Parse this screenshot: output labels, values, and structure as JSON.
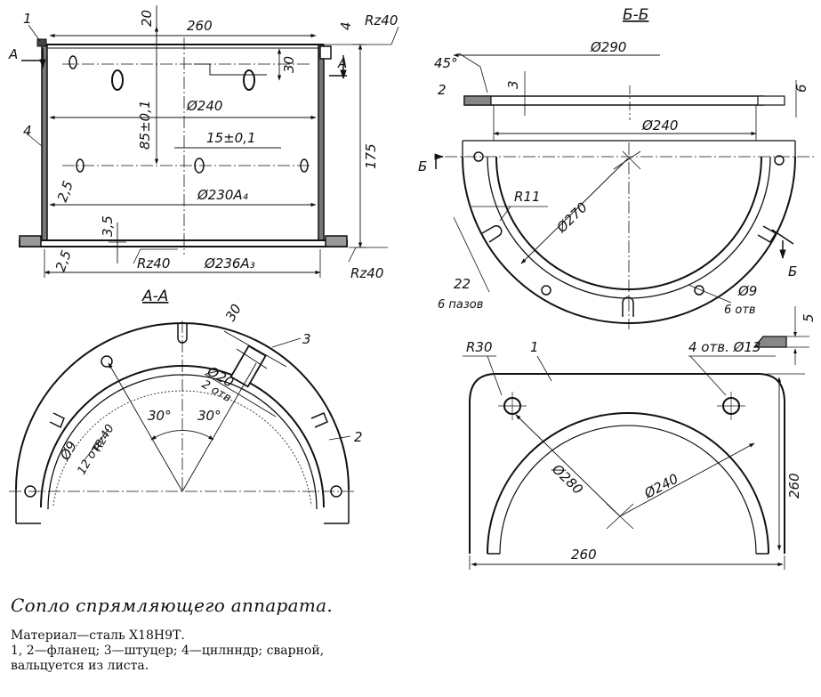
{
  "labels": {
    "view1": {
      "dim_260": "260",
      "dim_20": "20",
      "dim_30": "30",
      "dim_4": "4",
      "rz_top": "Rz40",
      "rz_bottom": "Rz40",
      "rz_right": "Rz40",
      "dia_240": "Ø240",
      "dim_85": "85±0,1",
      "dim_15": "15±0,1",
      "dim_175": "175",
      "dim_2_5a": "2,5",
      "dim_2_5b": "2,5",
      "dia_230": "Ø230A₄",
      "dim_3_5": "3,5",
      "dia_236": "Ø236A₃",
      "sec_a_left": "A",
      "sec_a_right": "A",
      "callout_1": "1",
      "callout_4": "4"
    },
    "section_bb": {
      "title": "Б-Б",
      "dim_45": "45°",
      "dia_290": "Ø290",
      "callout_2": "2",
      "dim_3": "3",
      "dim_6": "6",
      "dia_240": "Ø240",
      "r11": "R11",
      "dia_270": "Ø270",
      "slots_size": "22",
      "slots_count": "6 пазов",
      "holes_size": "Ø9",
      "holes_count": "6 отв",
      "sec_b_left": "Б",
      "sec_b_right": "Б"
    },
    "section_aa": {
      "title": "A-A",
      "dim_30": "30",
      "callout_3": "3",
      "dia_20": "Ø20",
      "holes_20": "2 отв",
      "angle_left": "30°",
      "angle_right": "30°",
      "callout_2": "2",
      "dia_9": "Ø9",
      "holes_12": "12 отв",
      "rz40": "Rz40"
    },
    "flange_view": {
      "r30": "R30",
      "callout_1": "1",
      "holes_13": "4 отв. Ø13",
      "dim_5": "5",
      "dia_280": "Ø280",
      "dia_240": "Ø240",
      "dim_260_h": "260",
      "dim_260_v": "260"
    }
  },
  "caption": {
    "title": "Сопло спрямляющего аппарата.",
    "material": "Материал—сталь Х18Н9Т.",
    "parts_1": "1, 2—фланец; 3—штуцер; 4—цнлнндр; сварной,",
    "parts_2": "вальцуется из листа."
  }
}
